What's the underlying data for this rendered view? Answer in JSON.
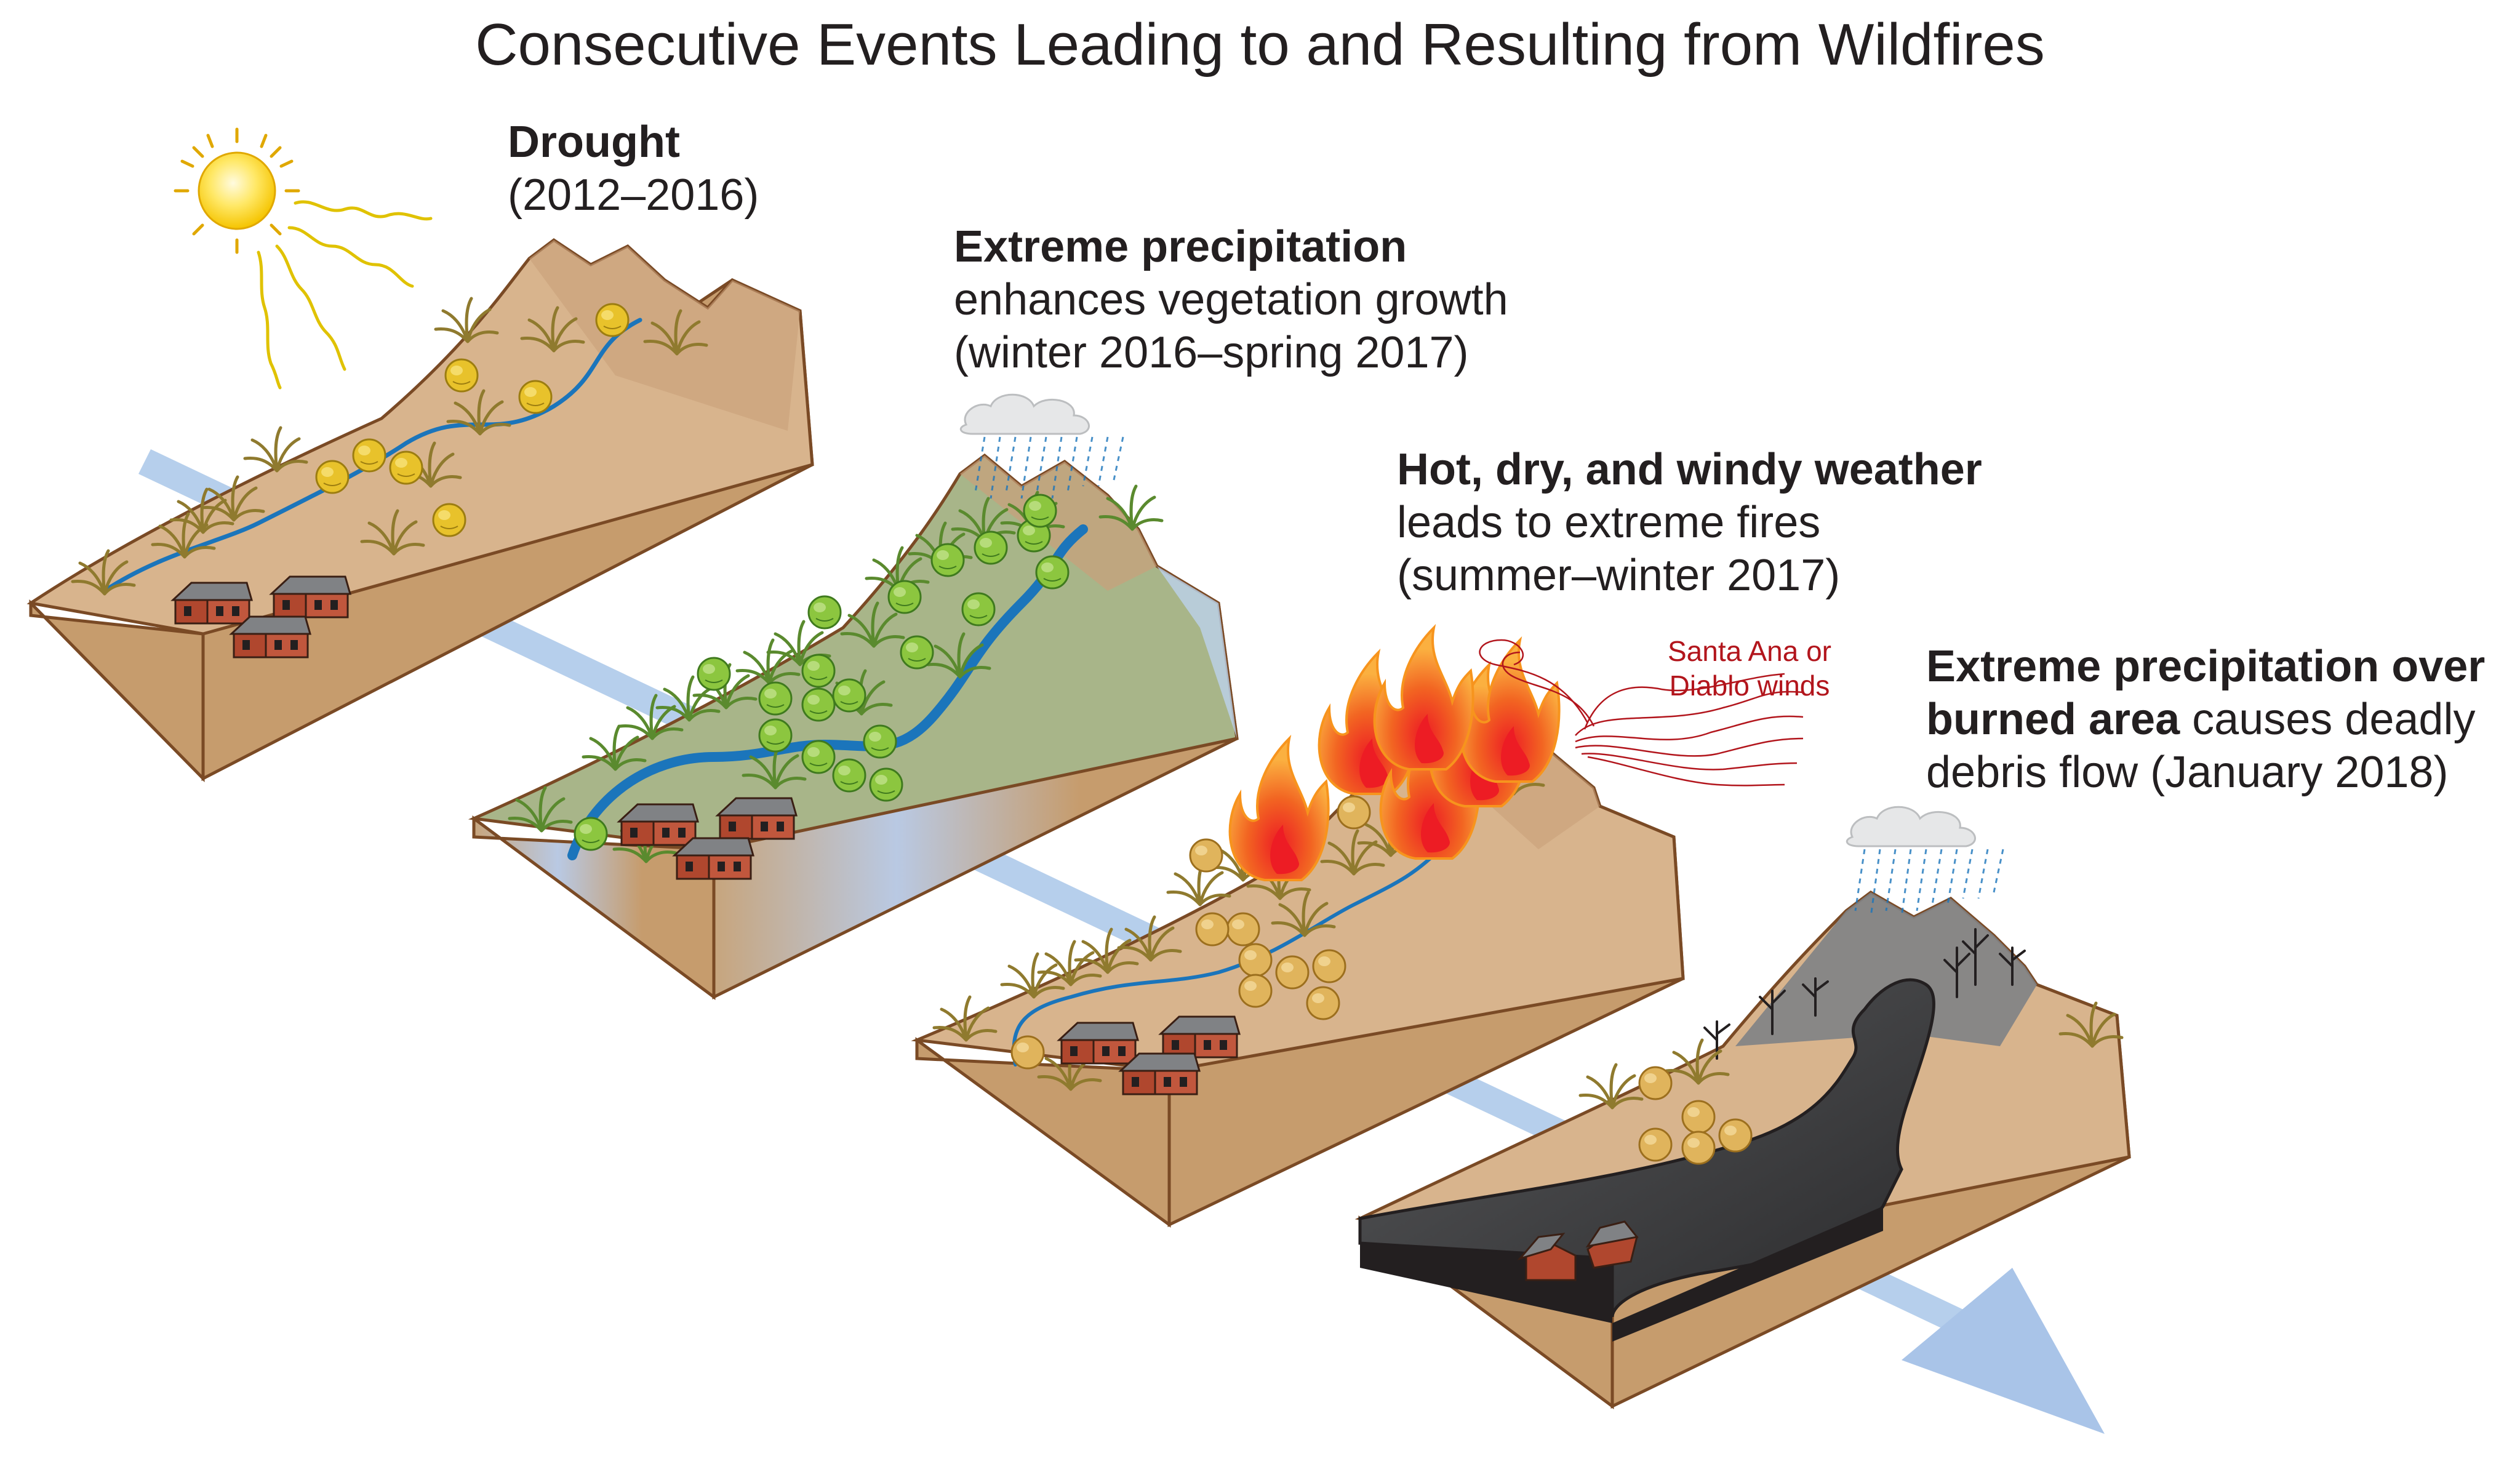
{
  "title": "Consecutive Events Leading to and Resulting from Wildfires",
  "panels": [
    {
      "heading": "Drought",
      "lines": [
        "(2012–2016)"
      ]
    },
    {
      "heading": "Extreme precipitation",
      "lines": [
        "enhances vegetation growth",
        "(winter 2016–spring 2017)"
      ]
    },
    {
      "heading": "Hot, dry, and windy weather",
      "lines": [
        "leads to extreme fires",
        "(summer–winter 2017)"
      ]
    },
    {
      "heading_line1": "Extreme precipitation over",
      "heading_line2_bold": "burned area",
      "heading_line2_rest": " causes deadly",
      "lines": [
        "debris flow (January 2018)"
      ]
    }
  ],
  "wind_label": {
    "line1": "Santa Ana or",
    "line2": "Diablo winds"
  },
  "colors": {
    "terrain_top": "#d8b48d",
    "terrain_side": "#c69c6d",
    "terrain_outline": "#7a4a25",
    "vegetation_green": "#9aad7c",
    "river": "#1b75bb",
    "flow_arrow": "#a9c4e8",
    "sun": "#ffd400",
    "fire": "#f7941d",
    "fire_core": "#ed1c24",
    "burned": "#6d6e71",
    "debris": "#414042",
    "wind": "#b2151c",
    "house_wall": "#b0472e",
    "house_roof": "#808285"
  },
  "icons": [
    "sun-icon",
    "rain-cloud-icon",
    "fire-icon",
    "wind-icon",
    "house-icon",
    "tree-icon",
    "grass-icon",
    "burned-tree-icon"
  ]
}
